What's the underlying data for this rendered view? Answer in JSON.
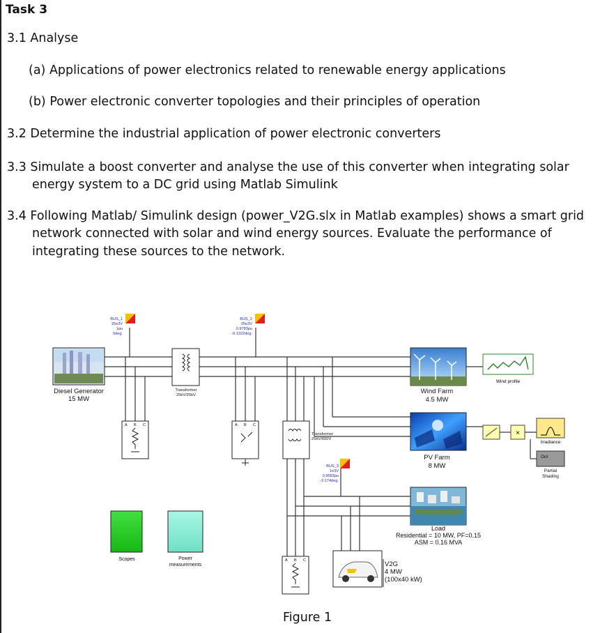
{
  "task": {
    "title": "Task 3",
    "s3_1": "3.1 Analyse",
    "s3_1a": "(a) Applications of power electronics related to renewable energy applications",
    "s3_1b": "(b) Power electronic converter topologies and their principles of operation",
    "s3_2": "3.2 Determine the industrial application of power electronic converters",
    "s3_3_l1": "3.3 Simulate a boost converter and analyse the use of this converter when integrating solar",
    "s3_3_l2": "energy system to a DC grid using Matlab Simulink",
    "s3_4_l1": "3.4 Following Matlab/ Simulink design (power_V2G.slx in Matlab examples) shows a smart grid",
    "s3_4_l2": "network connected with solar and wind energy sources. Evaluate the performance of",
    "s3_4_l3": "integrating these sources to the network."
  },
  "diagram": {
    "bus1": [
      "BUS_1",
      "25e3V",
      "1pu",
      "0deg."
    ],
    "bus2": [
      "BUS_2",
      "25e3V",
      "0.9783pu",
      "-0.1322deg."
    ],
    "bus3": [
      "BUS_3",
      "1e3V",
      "0.9583pu",
      "-3.174deg."
    ],
    "diesel": [
      "Diesel Generator",
      "15 MW"
    ],
    "transformer1": [
      "Transformer",
      "25kV/25kV"
    ],
    "transformer2": [
      "Transformer",
      "25kV/600V"
    ],
    "wind_farm": [
      "Wind Farm",
      "4.5 MW"
    ],
    "wind_profile": "Wind profile",
    "pv_farm": [
      "PV Farm",
      "8 MW"
    ],
    "irradiance": "Irradiance",
    "partial_shading": [
      "Partial",
      "Shading"
    ],
    "out_label": "Out",
    "load": [
      "Load",
      "Residential = 10 MW, PF=0.15",
      "ASM = 0.16 MVA"
    ],
    "v2g": [
      "V2G",
      "4 MW",
      "(100x40 kW)"
    ],
    "scopes": "Scopes",
    "power_meas": [
      "Power",
      "measurements"
    ],
    "abc": [
      "A",
      "B",
      "C"
    ],
    "product_sign": "×"
  },
  "figure_caption": "Figure 1",
  "colors": {
    "bus_label": "#2a2aa8",
    "scope_green": "#2bd12b",
    "meas_cyan": "#8ff0d8"
  }
}
